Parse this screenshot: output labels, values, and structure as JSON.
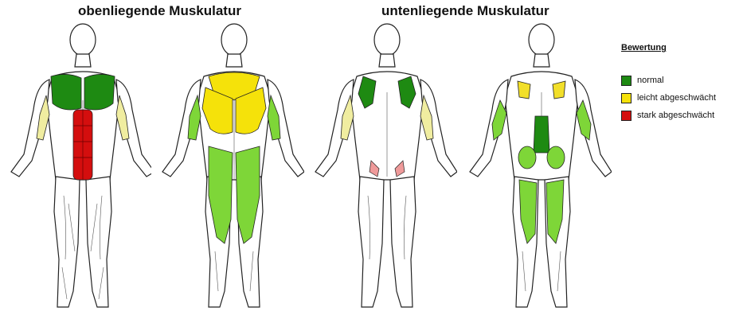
{
  "headings": {
    "superficial": "obenliegende Muskulatur",
    "deep": "untenliegende Muskulatur"
  },
  "colors": {
    "normal": "#1e8a12",
    "light_weak": "#f5e20a",
    "strong_weak": "#d40e0e",
    "deep_yellow": "#f2df2a",
    "light_green": "#7ed638",
    "pale_yellow": "#f0eda0",
    "pink": "#ef9a9a",
    "outline": "#222222",
    "skin": "#ffffff"
  },
  "legend": {
    "title": "Bewertung",
    "items": [
      {
        "label": "normal",
        "color": "#1e8a12"
      },
      {
        "label": "leicht abgeschwächt",
        "color": "#f5e20a"
      },
      {
        "label": "stark abgeschwächt",
        "color": "#d40e0e"
      }
    ]
  },
  "figures": [
    {
      "view": "front",
      "layer": "superficial"
    },
    {
      "view": "back",
      "layer": "superficial"
    },
    {
      "view": "front",
      "layer": "deep"
    },
    {
      "view": "back",
      "layer": "deep"
    }
  ]
}
